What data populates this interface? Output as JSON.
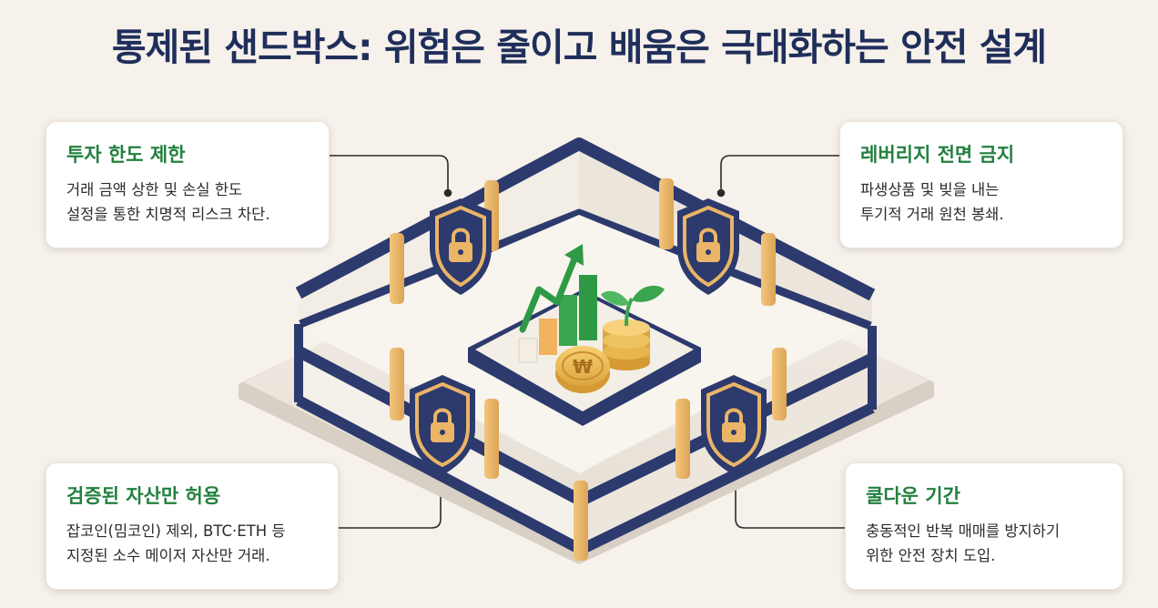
{
  "title": "통제된 샌드박스: 위험은 줄이고 배움은 극대화하는 안전 설계",
  "cards": {
    "top_left": {
      "heading": "투자 한도 제한",
      "line1": "거래 금액 상한 및 손실 한도",
      "line2": "설정을 통한 치명적 리스크 차단."
    },
    "top_right": {
      "heading": "레버리지 전면 금지",
      "line1": "파생상품 및 빚을 내는",
      "line2": "투기적 거래 원천 봉쇄."
    },
    "bottom_left": {
      "heading": "검증된 자산만 허용",
      "line1": "잡코인(밈코인) 제외, BTC·ETH 등",
      "line2": "지정된 소수 메이저 자산만 거래."
    },
    "bottom_right": {
      "heading": "쿨다운 기간",
      "line1": "충동적인 반복 매매를 방지하기",
      "line2": "위한 안전 장치 도입."
    }
  },
  "coin_symbol": "₩",
  "colors": {
    "navy": "#2c3a6e",
    "gold": "#eab567",
    "green": "#23803f",
    "background": "#f6f1ea"
  },
  "icons": [
    "shield-lock-icon",
    "bar-chart-icon",
    "up-arrow-icon",
    "coin-stack-icon",
    "sprout-icon"
  ]
}
